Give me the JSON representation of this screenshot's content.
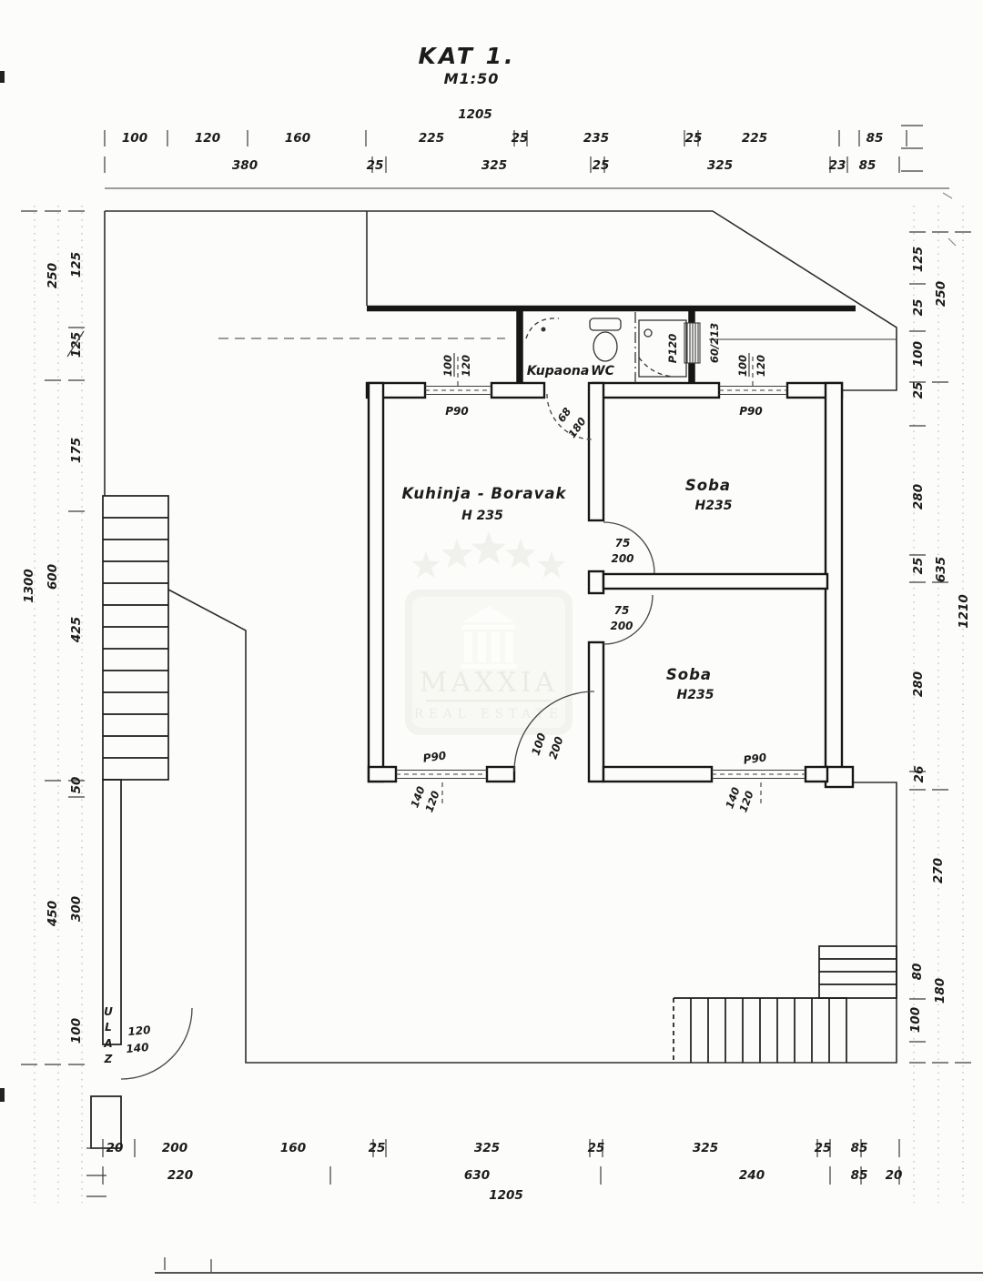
{
  "title": {
    "name": "KAT 1.",
    "scale": "M1:50"
  },
  "watermark": {
    "name": "MAXXIA",
    "tagline": "REAL ESTATE"
  },
  "rooms": {
    "bathroom": {
      "name": "Kupaona",
      "name2": "WC"
    },
    "living": {
      "name": "Kuhinja - Boravak",
      "height": "H 235"
    },
    "bedroom1": {
      "name": "Soba",
      "height": "H235"
    },
    "bedroom2": {
      "name": "Soba",
      "height": "H235"
    }
  },
  "openings": {
    "window_top_left": {
      "label": "P90",
      "w": "100",
      "h": "120"
    },
    "window_top_right": {
      "label": "P90",
      "w": "100",
      "h": "120"
    },
    "window_bottom_left": {
      "label": "P90",
      "w": "140",
      "h": "120"
    },
    "window_bottom_right": {
      "label": "P90",
      "w": "140",
      "h": "120"
    },
    "bath_window": {
      "label": "P120",
      "size": "60/213"
    },
    "bath_door": {
      "w": "68",
      "h": "180"
    },
    "door_bedroom1": {
      "w": "75",
      "h": "200"
    },
    "door_bedroom2": {
      "w": "75",
      "h": "200"
    },
    "balcony_door": {
      "w": "100",
      "h": "200"
    },
    "entrance": {
      "l1": "U",
      "l2": "L",
      "l3": "A",
      "l4": "Z",
      "w": "120",
      "h": "140"
    }
  },
  "dims": {
    "top": {
      "overall": "1205",
      "row1": [
        "100",
        "120",
        "160",
        "225",
        "25",
        "235",
        "25",
        "225",
        "85"
      ],
      "row2": [
        "380",
        "25",
        "325",
        "25",
        "325",
        "23",
        "85"
      ]
    },
    "bottom": {
      "row1": [
        "20",
        "200",
        "160",
        "25",
        "325",
        "25",
        "325",
        "25",
        "85"
      ],
      "row2": [
        "220",
        "630",
        "240",
        "85",
        "20"
      ],
      "overall": "1205"
    },
    "left": {
      "inner": [
        "125",
        "125",
        "175",
        "425",
        "50",
        "300",
        "100"
      ],
      "mid": [
        "250",
        "600",
        "450"
      ],
      "outer": [
        "1300"
      ]
    },
    "right": {
      "inner": [
        "125",
        "25",
        "100",
        "25",
        "280",
        "25",
        "280",
        "26",
        "270",
        "80",
        "100"
      ],
      "mid": [
        "250",
        "635",
        "180"
      ],
      "outer": [
        "1210"
      ]
    }
  }
}
